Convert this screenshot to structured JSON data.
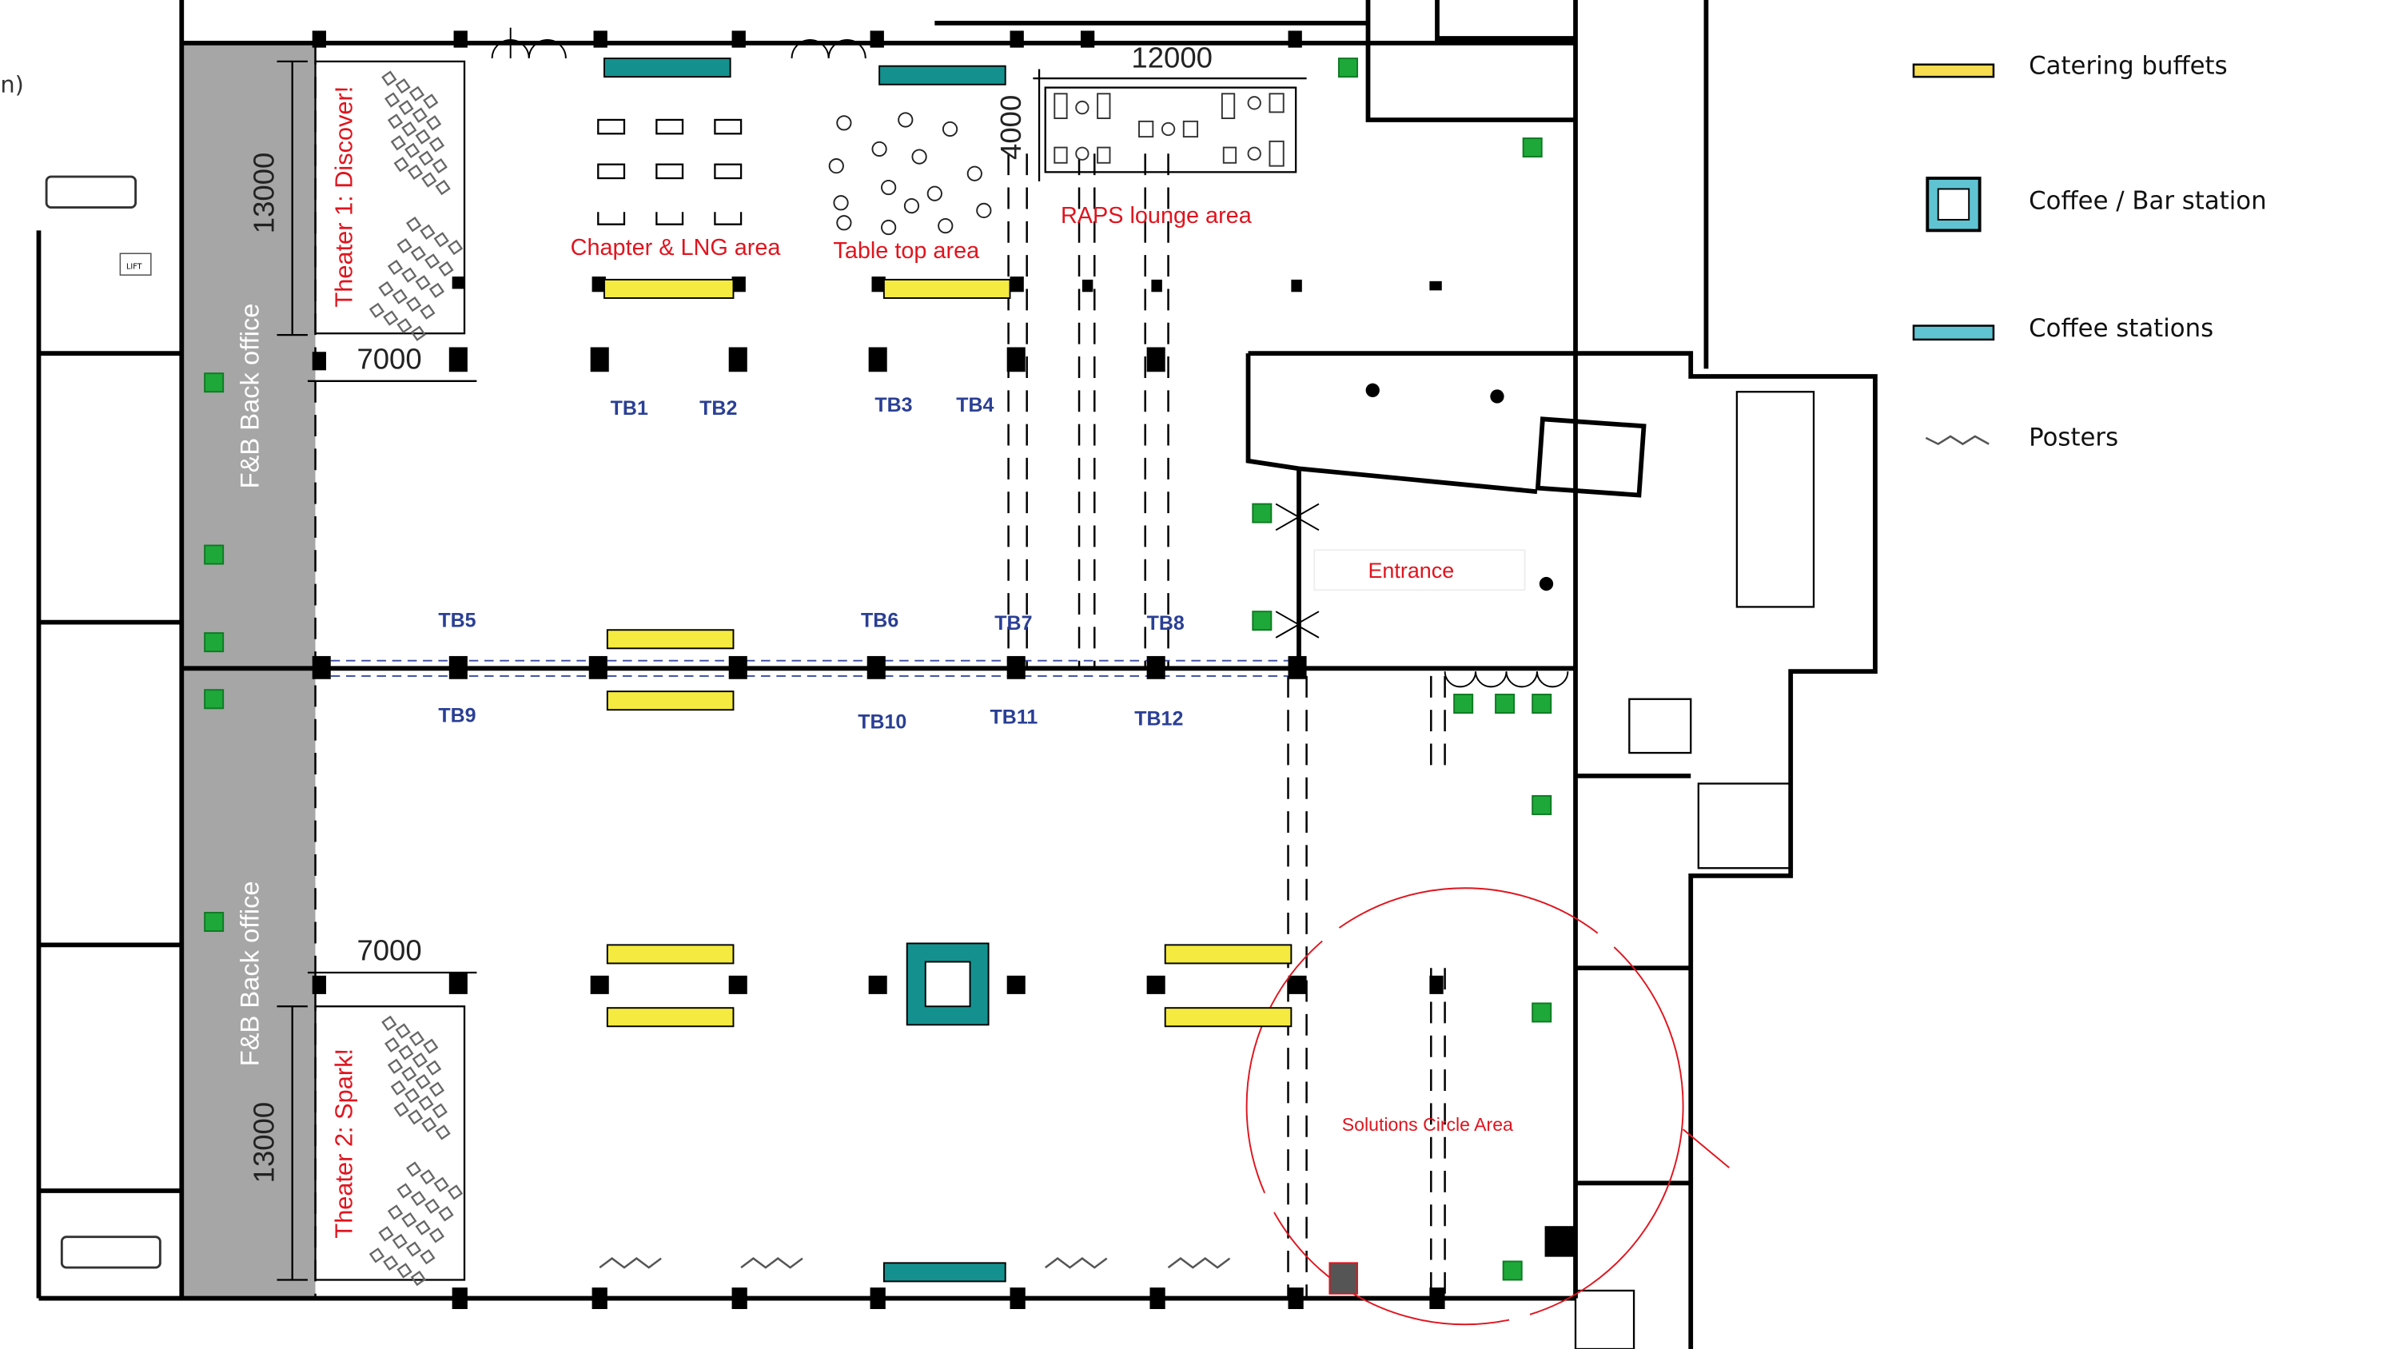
{
  "page_fragment": "n)",
  "areas": {
    "theater1": "Theater 1: Discover!",
    "theater2": "Theater 2: Spark!",
    "fb_back_office_top": "F&B Back office",
    "fb_back_office_bottom": "F&B Back office",
    "chapter_lng": "Chapter & LNG area",
    "table_top": "Table top area",
    "raps_lounge": "RAPS lounge area",
    "entrance": "Entrance",
    "solutions_circle": "Solutions Circle Area",
    "lift": "LIFT"
  },
  "dimensions": {
    "top_width": "12000",
    "lounge_depth": "4000",
    "theater1_length": "13000",
    "theater2_length": "13000",
    "theater1_width": "7000",
    "theater2_width": "7000"
  },
  "tabletops": [
    "TB1",
    "TB2",
    "TB3",
    "TB4",
    "TB5",
    "TB6",
    "TB7",
    "TB8",
    "TB9",
    "TB10",
    "TB11",
    "TB12"
  ],
  "legend": [
    {
      "label": "Catering buffets",
      "icon": "catering-buffet-swatch",
      "color": "#f7dc52"
    },
    {
      "label": "Coffee / Bar station",
      "icon": "coffee-bar-station-swatch",
      "color": "#5fc3d1"
    },
    {
      "label": "Coffee stations",
      "icon": "coffee-station-swatch",
      "color": "#5fc3d1"
    },
    {
      "label": "Posters",
      "icon": "poster-zigzag-swatch",
      "color": "#555555"
    }
  ],
  "colors": {
    "buffet": "#f5ea3f",
    "coffee_station": "#14918f",
    "back_office": "#a6a6a6",
    "label_red": "#e0141e",
    "label_blue": "#2a3f95",
    "exit_sign": "#1fa83a"
  }
}
